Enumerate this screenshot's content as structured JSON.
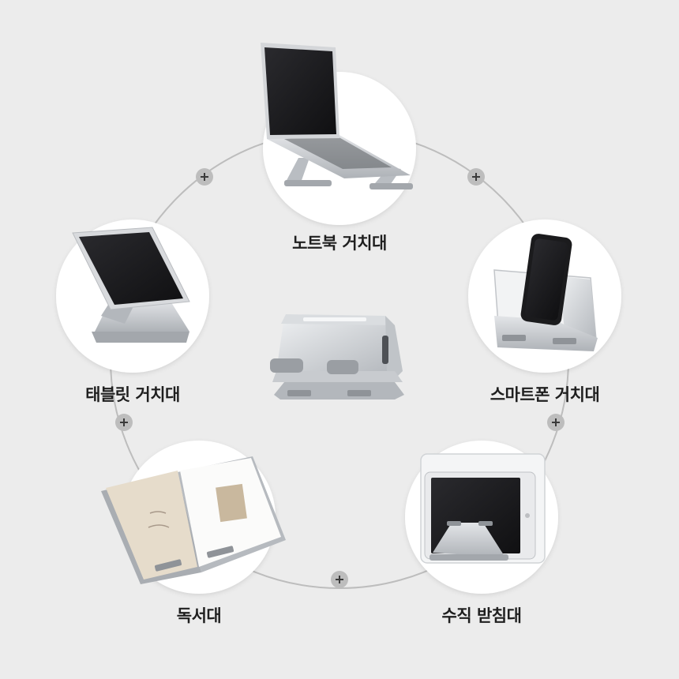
{
  "colors": {
    "background": "#ececec",
    "circle_fill": "#ffffff",
    "ring_line": "#bdbdbd",
    "plus_badge": "#bdbdbd",
    "plus_sign": "#3a3a3a",
    "aluminium": "#c9ccd0",
    "screen": "#1b1b1d",
    "label_text": "#1f1f1f"
  },
  "uses": [
    {
      "id": "laptop",
      "label": "노트북 거치대",
      "icon": "laptop-on-stand"
    },
    {
      "id": "smartphone",
      "label": "스마트폰 거치대",
      "icon": "phone-on-stand"
    },
    {
      "id": "vertical",
      "label": "수직 받침대",
      "icon": "tablet-vertical-stand"
    },
    {
      "id": "book",
      "label": "독서대",
      "icon": "open-book-on-stand"
    },
    {
      "id": "tablet",
      "label": "태블릿 거치대",
      "icon": "tablet-on-stand"
    }
  ],
  "center_product": {
    "icon": "folded-aluminium-stand"
  },
  "connectors": {
    "symbol": "+"
  }
}
